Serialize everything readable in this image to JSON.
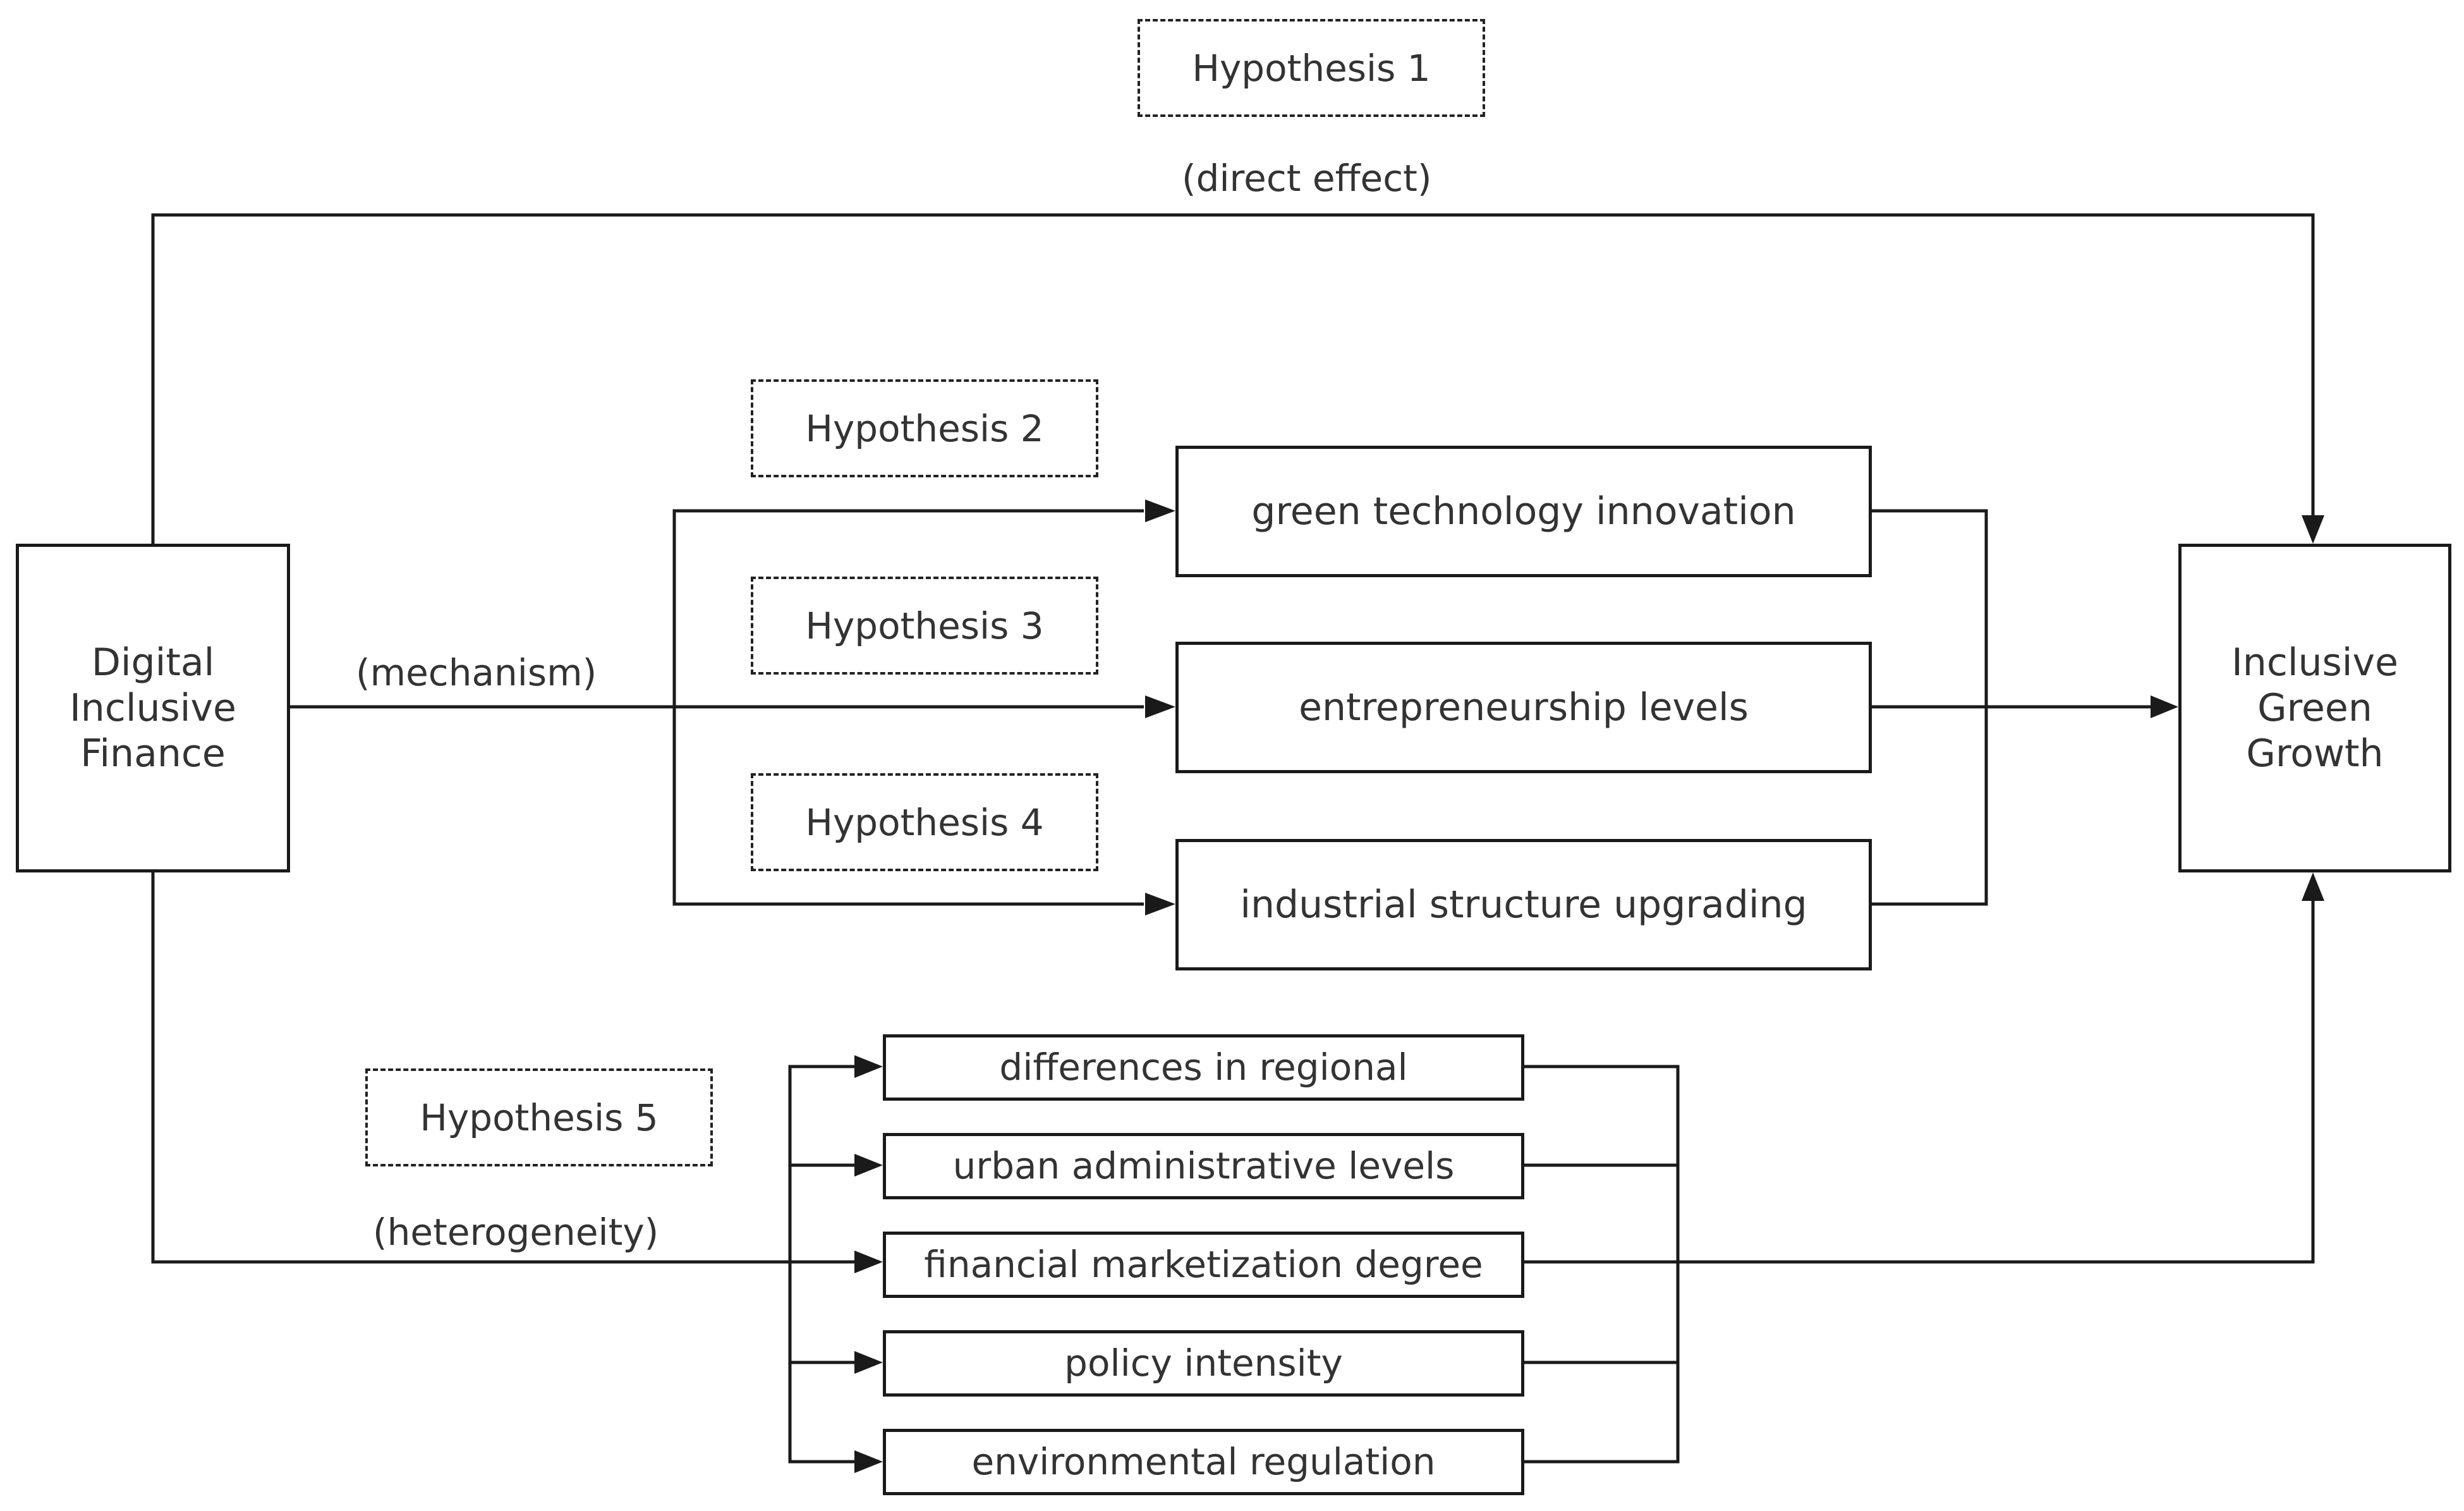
{
  "nodes": {
    "source": "Digital\nInclusive\nFinance",
    "target": "Inclusive\nGreen\nGrowth"
  },
  "mediators": [
    "green technology innovation",
    "entrepreneurship levels",
    "industrial structure upgrading"
  ],
  "heterogeneity_factors": [
    "differences in regional",
    "urban administrative levels",
    "financial marketization degree",
    "policy intensity",
    "environmental regulation"
  ],
  "hypotheses": {
    "h1": "Hypothesis 1",
    "h2": "Hypothesis 2",
    "h3": "Hypothesis 3",
    "h4": "Hypothesis 4",
    "h5": "Hypothesis 5"
  },
  "path_labels": {
    "direct": "(direct effect)",
    "mechanism": "(mechanism)",
    "heterogeneity": "(heterogeneity)"
  },
  "colors": {
    "line": "#1a1a1a",
    "text": "#333333",
    "background": "#ffffff"
  }
}
